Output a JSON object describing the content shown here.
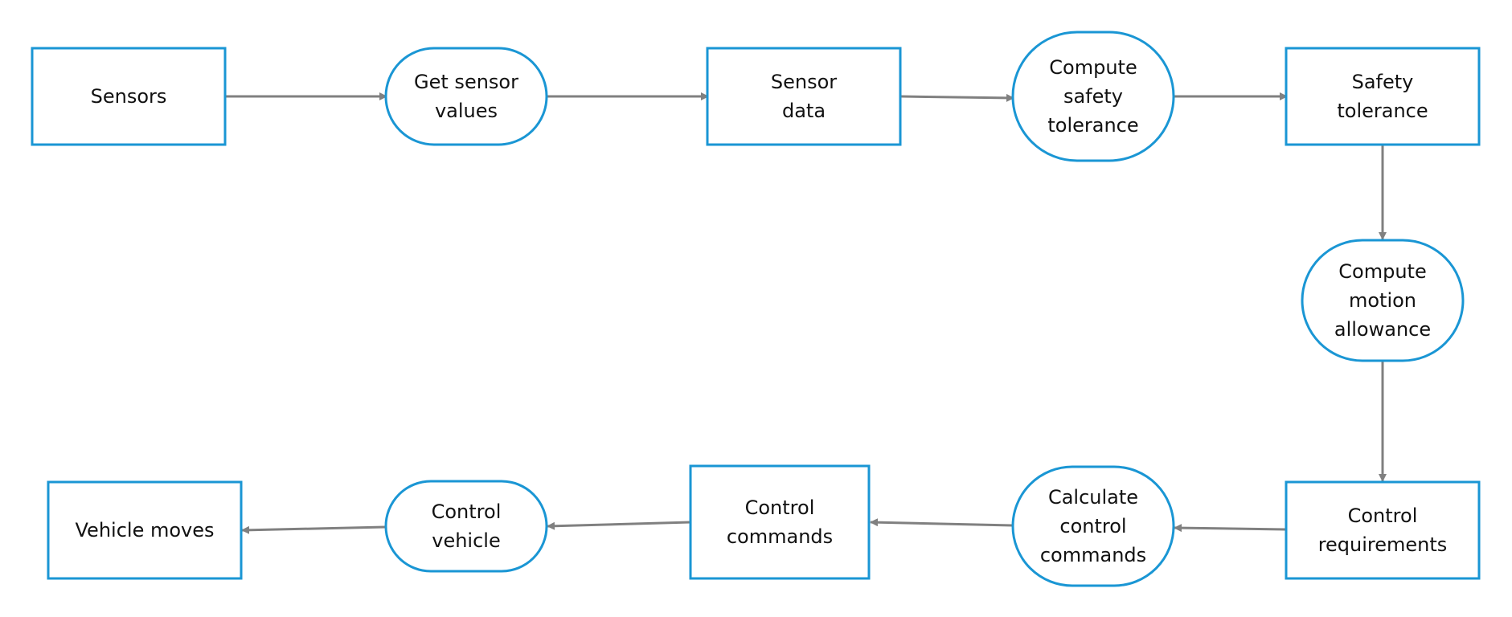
{
  "nodes": [
    {
      "id": "sensors",
      "shape": "rect",
      "lines": [
        "Sensors"
      ]
    },
    {
      "id": "get-sensor-values",
      "shape": "stadium",
      "lines": [
        "Get sensor",
        "values"
      ]
    },
    {
      "id": "sensor-data",
      "shape": "rect",
      "lines": [
        "Sensor",
        "data"
      ]
    },
    {
      "id": "compute-safety-tolerance",
      "shape": "stadium",
      "lines": [
        "Compute",
        "safety",
        "tolerance"
      ]
    },
    {
      "id": "safety-tolerance",
      "shape": "rect",
      "lines": [
        "Safety",
        "tolerance"
      ]
    },
    {
      "id": "compute-motion-allowance",
      "shape": "stadium",
      "lines": [
        "Compute",
        "motion",
        "allowance"
      ]
    },
    {
      "id": "control-requirements",
      "shape": "rect",
      "lines": [
        "Control",
        "requirements"
      ]
    },
    {
      "id": "calculate-control-commands",
      "shape": "stadium",
      "lines": [
        "Calculate",
        "control",
        "commands"
      ]
    },
    {
      "id": "control-commands",
      "shape": "rect",
      "lines": [
        "Control",
        "commands"
      ]
    },
    {
      "id": "control-vehicle",
      "shape": "stadium",
      "lines": [
        "Control",
        "vehicle"
      ]
    },
    {
      "id": "vehicle-moves",
      "shape": "rect",
      "lines": [
        "Vehicle moves"
      ]
    }
  ],
  "edges": [
    {
      "from": "sensors",
      "to": "get-sensor-values"
    },
    {
      "from": "get-sensor-values",
      "to": "sensor-data"
    },
    {
      "from": "sensor-data",
      "to": "compute-safety-tolerance"
    },
    {
      "from": "compute-safety-tolerance",
      "to": "safety-tolerance"
    },
    {
      "from": "safety-tolerance",
      "to": "compute-motion-allowance"
    },
    {
      "from": "compute-motion-allowance",
      "to": "control-requirements"
    },
    {
      "from": "control-requirements",
      "to": "calculate-control-commands"
    },
    {
      "from": "calculate-control-commands",
      "to": "control-commands"
    },
    {
      "from": "control-commands",
      "to": "control-vehicle"
    },
    {
      "from": "control-vehicle",
      "to": "vehicle-moves"
    }
  ],
  "colors": {
    "node_border": "#1a96d4",
    "edge": "#808080",
    "text": "#111111",
    "background": "#ffffff"
  }
}
